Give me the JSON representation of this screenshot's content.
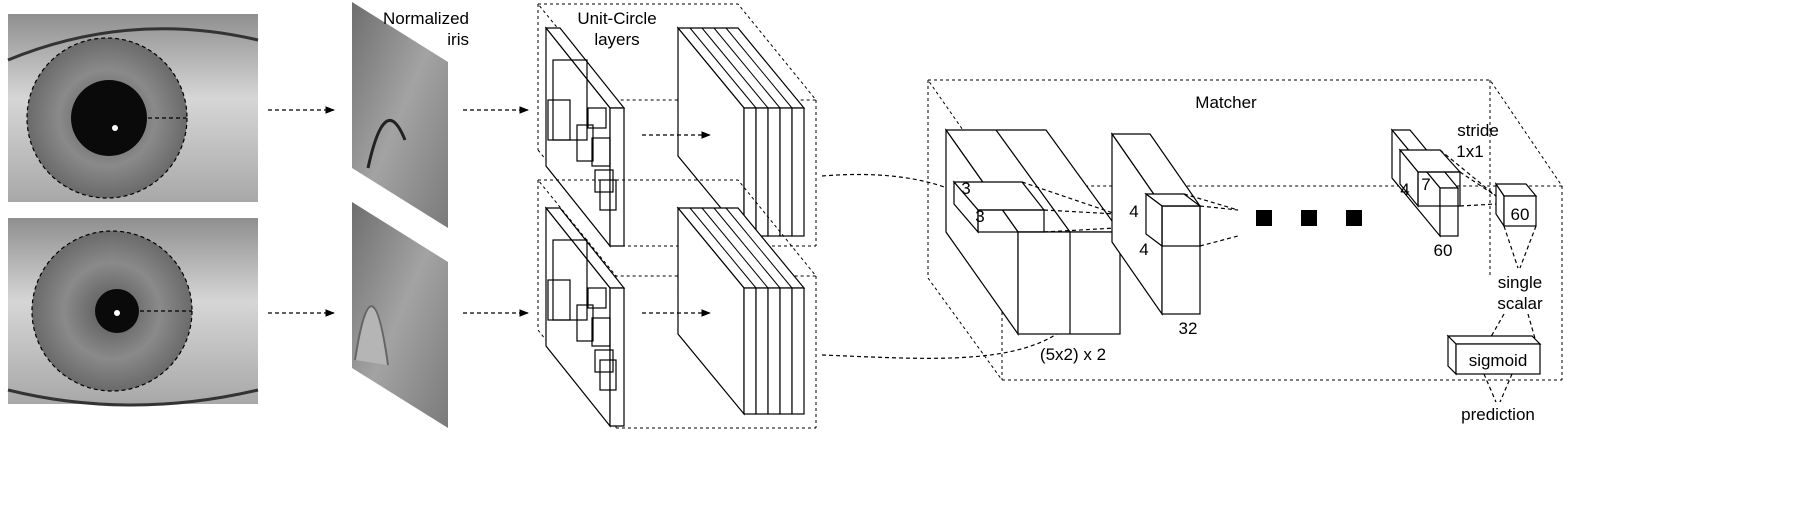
{
  "labels": {
    "normalized_iris": [
      "Normalized",
      "iris"
    ],
    "unit_circle_layers": [
      "Unit-Circle",
      "layers"
    ],
    "matcher": "Matcher",
    "stride": [
      "stride",
      "1x1"
    ],
    "single_scalar": [
      "single",
      "scalar"
    ],
    "sigmoid": "sigmoid",
    "prediction": "prediction",
    "first_layer_dims": "(5x2) x 2",
    "kernel_3a": "3",
    "kernel_3b": "3",
    "kernel_4a": "4",
    "kernel_4b": "4",
    "channels_32": "32",
    "kernel_4c": "4",
    "kernel_7": "7",
    "channels_60_bottom": "60",
    "channels_60_box": "60"
  },
  "colors": {
    "line": "#000000",
    "eye_sclera": "#bdbdbd",
    "iris": "#7d7d7d",
    "pupil": "#0a0a0a",
    "strip": "#8a8a8a"
  }
}
